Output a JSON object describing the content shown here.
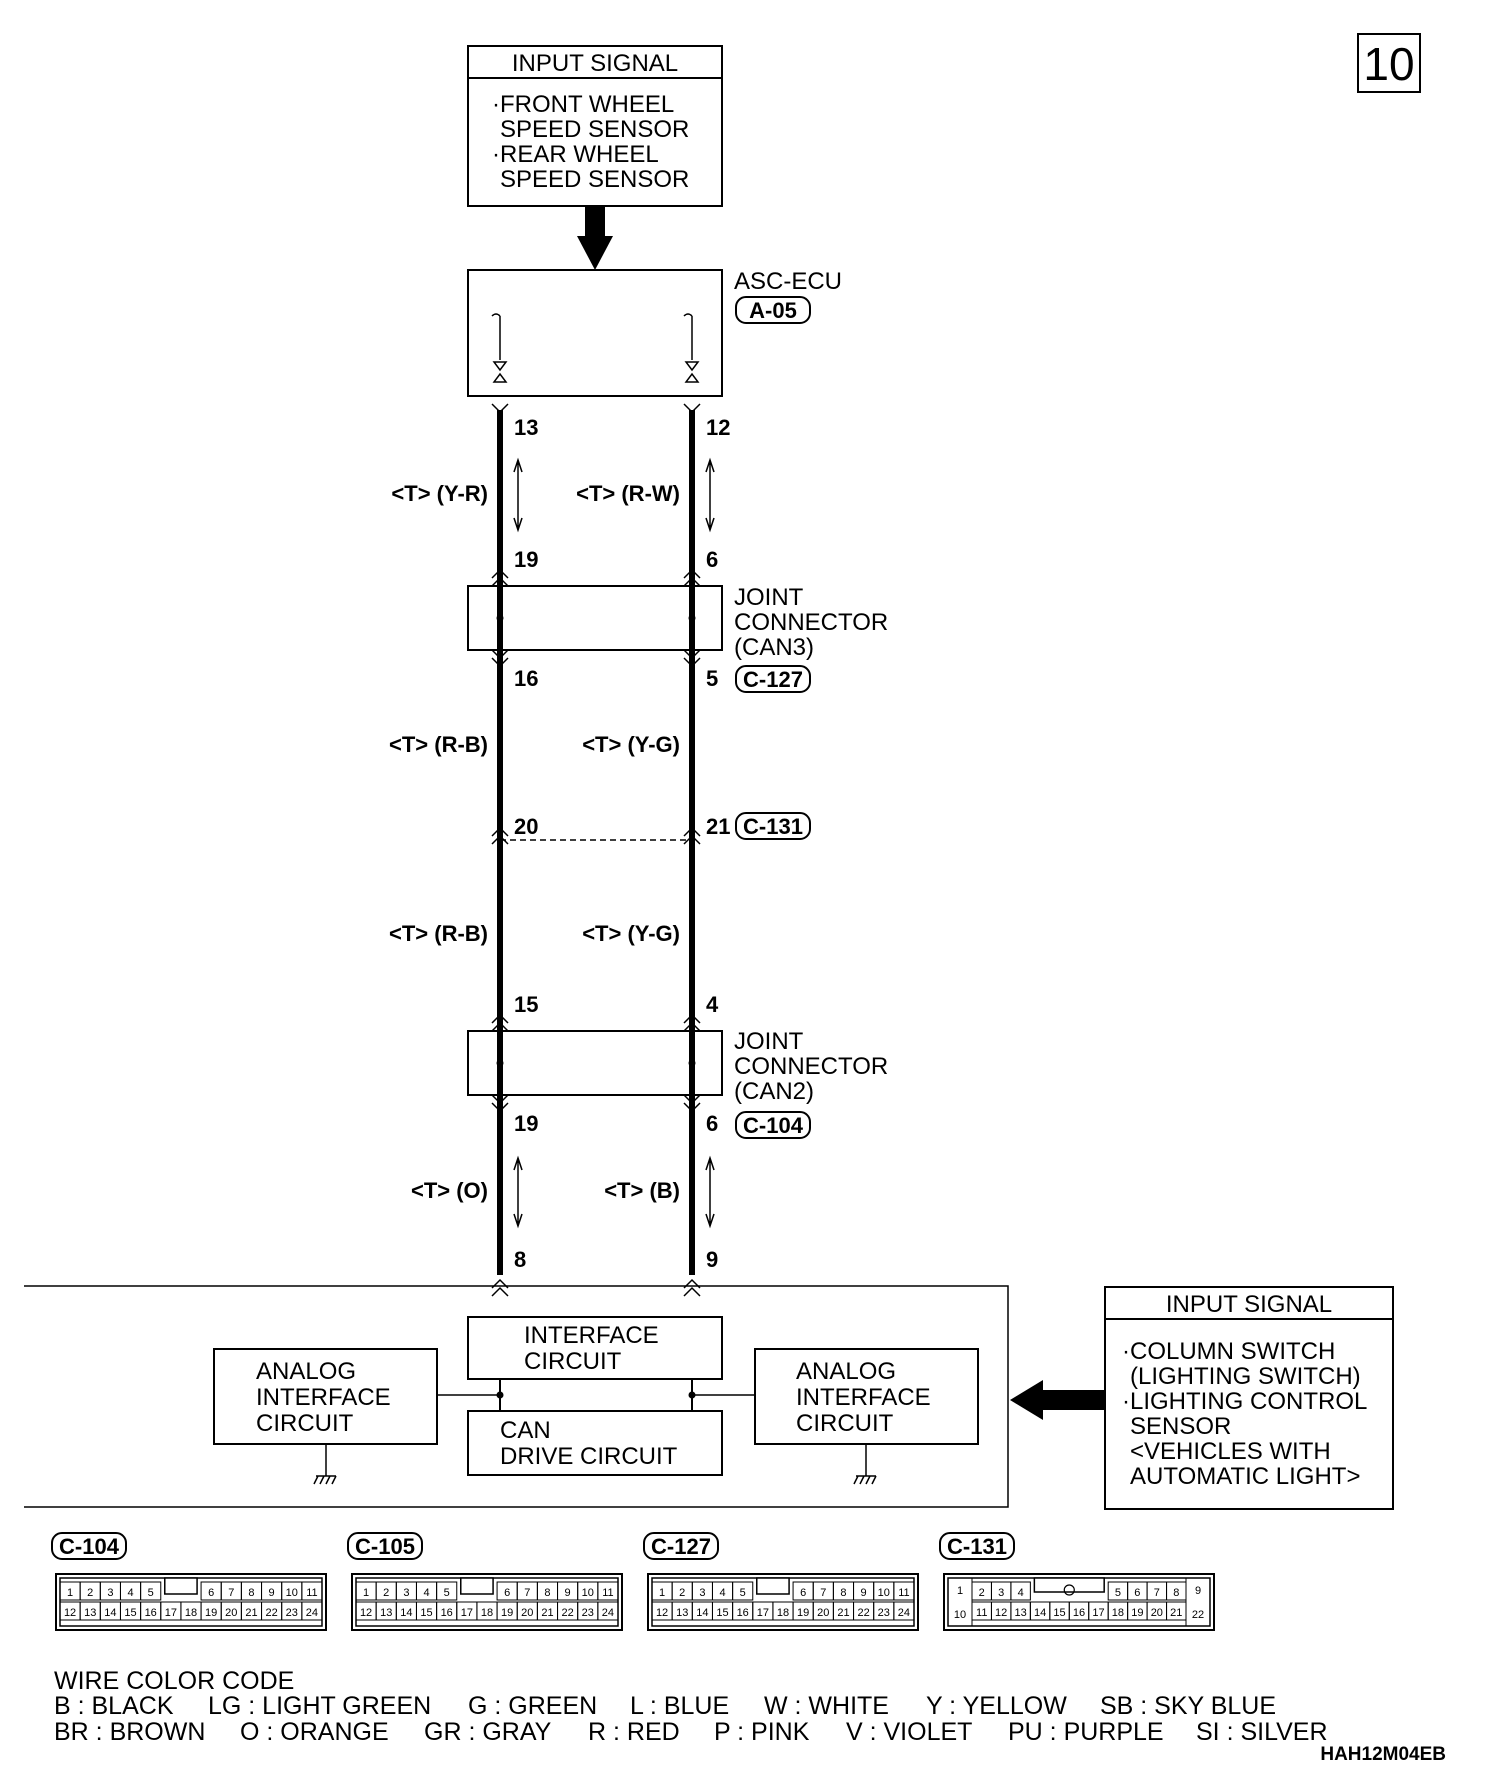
{
  "page_number": "10",
  "figure_code": "HAH12M04EB",
  "top_input": {
    "title": "INPUT SIGNAL",
    "items": [
      "·FRONT WHEEL",
      "SPEED SENSOR",
      "·REAR WHEEL",
      "SPEED SENSOR"
    ]
  },
  "ecu": {
    "name": "ASC-ECU",
    "connector": "A-05"
  },
  "pins": {
    "ecu_left": "13",
    "ecu_right": "12",
    "j3_top_left": "19",
    "j3_top_right": "6",
    "j3_bot_left": "16",
    "j3_bot_right": "5",
    "c131_left": "20",
    "c131_right": "21",
    "j2_top_left": "15",
    "j2_top_right": "4",
    "j2_bot_left": "19",
    "j2_bot_right": "6",
    "ecu2_left": "8",
    "ecu2_right": "9"
  },
  "wires": {
    "seg1_left": "<T> (Y-R)",
    "seg1_right": "<T> (R-W)",
    "seg2_left": "<T> (R-B)",
    "seg2_right": "<T> (Y-G)",
    "seg3_left": "<T> (R-B)",
    "seg3_right": "<T> (Y-G)",
    "seg4_left": "<T> (O)",
    "seg4_right": "<T> (B)"
  },
  "joint_can3": {
    "line1": "JOINT",
    "line2": "CONNECTOR",
    "line3": "(CAN3)",
    "connector": "C-127"
  },
  "joint_can2": {
    "line1": "JOINT",
    "line2": "CONNECTOR",
    "line3": "(CAN2)",
    "connector": "C-104"
  },
  "mid_connector": "C-131",
  "ecu_internal": {
    "interface": [
      "INTERFACE",
      "CIRCUIT"
    ],
    "can_drive": [
      "CAN",
      "DRIVE CIRCUIT"
    ],
    "analog_left": [
      "ANALOG",
      "INTERFACE",
      "CIRCUIT"
    ],
    "analog_right": [
      "ANALOG",
      "INTERFACE",
      "CIRCUIT"
    ]
  },
  "right_input": {
    "title": "INPUT SIGNAL",
    "items": [
      "·COLUMN SWITCH",
      "(LIGHTING SWITCH)",
      "·LIGHTING CONTROL",
      "SENSOR",
      "<VEHICLES WITH",
      "AUTOMATIC LIGHT>"
    ]
  },
  "connectors": [
    {
      "name": "C-104",
      "top": [
        "1",
        "2",
        "3",
        "4",
        "5",
        "6",
        "7",
        "8",
        "9",
        "10",
        "11"
      ],
      "bottom": [
        "12",
        "13",
        "14",
        "15",
        "16",
        "17",
        "18",
        "19",
        "20",
        "21",
        "22",
        "23",
        "24"
      ]
    },
    {
      "name": "C-105",
      "top": [
        "1",
        "2",
        "3",
        "4",
        "5",
        "6",
        "7",
        "8",
        "9",
        "10",
        "11"
      ],
      "bottom": [
        "12",
        "13",
        "14",
        "15",
        "16",
        "17",
        "18",
        "19",
        "20",
        "21",
        "22",
        "23",
        "24"
      ]
    },
    {
      "name": "C-127",
      "top": [
        "1",
        "2",
        "3",
        "4",
        "5",
        "6",
        "7",
        "8",
        "9",
        "10",
        "11"
      ],
      "bottom": [
        "12",
        "13",
        "14",
        "15",
        "16",
        "17",
        "18",
        "19",
        "20",
        "21",
        "22",
        "23",
        "24"
      ]
    },
    {
      "name": "C-131",
      "left": "1",
      "left2": "10",
      "top": [
        "2",
        "3",
        "4",
        "5",
        "6",
        "7",
        "8"
      ],
      "bottom": [
        "11",
        "12",
        "13",
        "14",
        "15",
        "16",
        "17",
        "18",
        "19",
        "20",
        "21"
      ],
      "right": "9",
      "right2": "22"
    }
  ],
  "wire_color_code": {
    "title": "WIRE COLOR CODE",
    "row1": [
      "B : BLACK",
      "LG : LIGHT GREEN",
      "G : GREEN",
      "L : BLUE",
      "W : WHITE",
      "Y : YELLOW",
      "SB : SKY BLUE"
    ],
    "row2": [
      "BR : BROWN",
      "O : ORANGE",
      "GR : GRAY",
      "R : RED",
      "P : PINK",
      "V : VIOLET",
      "PU : PURPLE",
      "SI : SILVER"
    ]
  }
}
